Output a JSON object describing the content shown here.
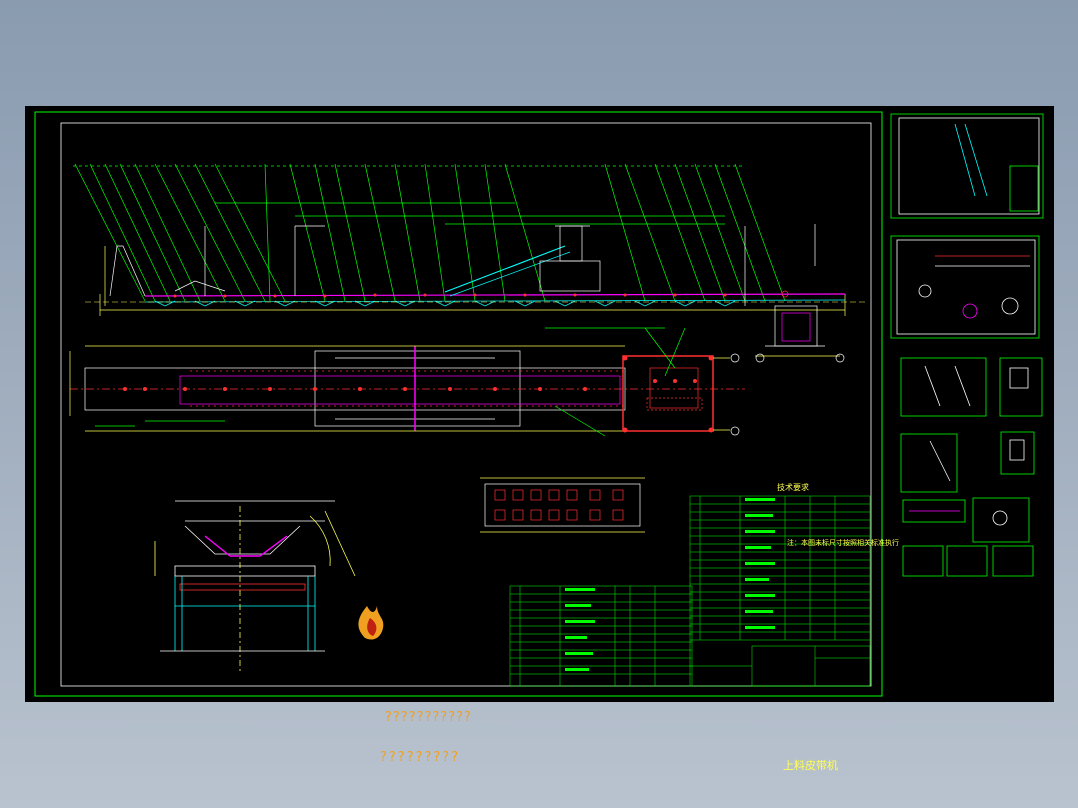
{
  "drawing": {
    "logo_title": "???????????",
    "logo_subtitle": "",
    "logo_caption": "?????????",
    "title_block_name": "上料皮带机",
    "note_title": "技术要求",
    "note_red": "注：本图未标尺寸按照相关标准执行"
  },
  "colors": {
    "background": "#000000",
    "frame": "#00ff00",
    "leader": "#00ff00",
    "structure": "#00ffff",
    "belt": "#ff00ff",
    "centerline": "#ff3030",
    "dimension": "#ffff50",
    "outline": "#ffffff",
    "logo": "#f0a020"
  },
  "icons": {
    "logo": "flame-logo-icon"
  }
}
